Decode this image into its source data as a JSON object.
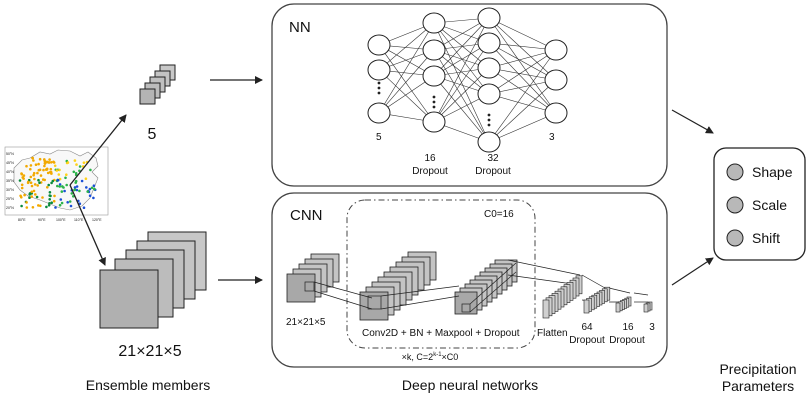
{
  "columns": {
    "ensemble": "Ensemble members",
    "dnn": "Deep neural networks",
    "precip_line1": "Precipitation",
    "precip_line2": "Parameters"
  },
  "inputs": {
    "small_label": "5",
    "big_label": "21×21×5"
  },
  "nn": {
    "title": "NN",
    "labels": {
      "l1": "5",
      "l2a": "16",
      "l2b": "Dropout",
      "l3a": "32",
      "l3b": "Dropout",
      "l4": "3"
    }
  },
  "cnn": {
    "title": "CNN",
    "c0": "C0=16",
    "input_label": "21×21×5",
    "block_label": "Conv2D + BN + Maxpool + Dropout",
    "repeat_prefix": "×k, C=2",
    "repeat_sup": "k-1",
    "repeat_suffix": "×C0",
    "flatten": "Flatten",
    "d64a": "64",
    "d64b": "Dropout",
    "d16a": "16",
    "d16b": "Dropout",
    "d3": "3"
  },
  "params": [
    "Shape",
    "Scale",
    "Shift"
  ],
  "map": {
    "lat_labels": [
      "50°N",
      "45°N",
      "40°N",
      "35°N",
      "30°N",
      "25°N",
      "20°N"
    ],
    "lon_labels": [
      "80°E",
      "90°E",
      "100°E",
      "110°E",
      "120°E"
    ]
  },
  "colors": {
    "stroke": "#222222",
    "panel_stroke": "#444444",
    "param_fill": "#b8b8b8",
    "cube_fill": "#bdbdbd",
    "cube_front": "#a8a8a8"
  }
}
